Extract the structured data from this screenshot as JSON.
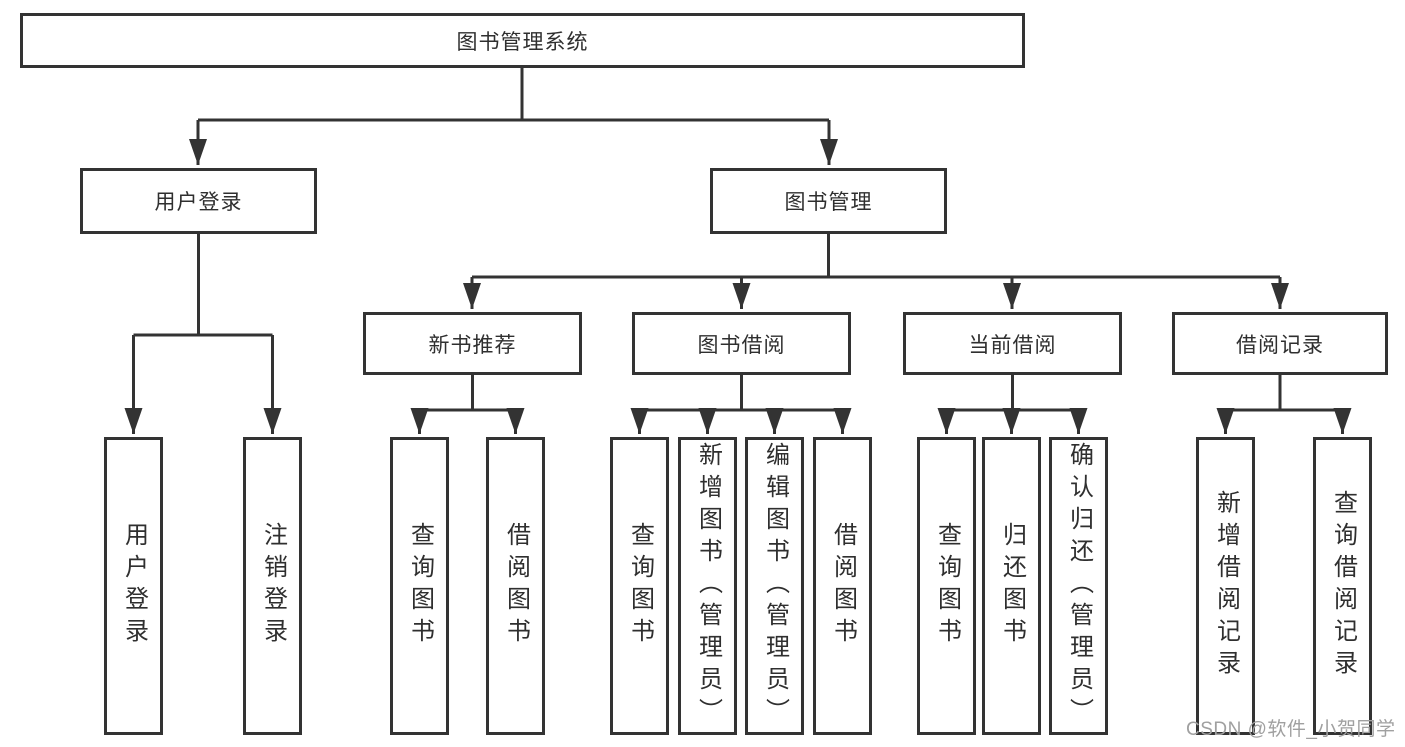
{
  "tree": {
    "root": {
      "label": "图书管理系统",
      "children": [
        {
          "label": "用户登录",
          "children": [
            {
              "label": "用户登录"
            },
            {
              "label": "注销登录"
            }
          ]
        },
        {
          "label": "图书管理",
          "children": [
            {
              "label": "新书推荐",
              "children": [
                {
                  "label": "查询图书"
                },
                {
                  "label": "借阅图书"
                }
              ]
            },
            {
              "label": "图书借阅",
              "children": [
                {
                  "label": "查询图书"
                },
                {
                  "label": "新增图书（管理员）"
                },
                {
                  "label": "编辑图书（管理员）"
                },
                {
                  "label": "借阅图书"
                }
              ]
            },
            {
              "label": "当前借阅",
              "children": [
                {
                  "label": "查询图书"
                },
                {
                  "label": "归还图书"
                },
                {
                  "label": "确认归还（管理员）"
                }
              ]
            },
            {
              "label": "借阅记录",
              "children": [
                {
                  "label": "新增借阅记录"
                },
                {
                  "label": "查询借阅记录"
                }
              ]
            }
          ]
        }
      ]
    }
  },
  "watermark": "CSDN @软件_小贺同学",
  "colors": {
    "line": "#333333",
    "box_border": "#333333",
    "text": "#2f2f2f",
    "background": "#ffffff",
    "watermark": "#a0a0a0"
  }
}
